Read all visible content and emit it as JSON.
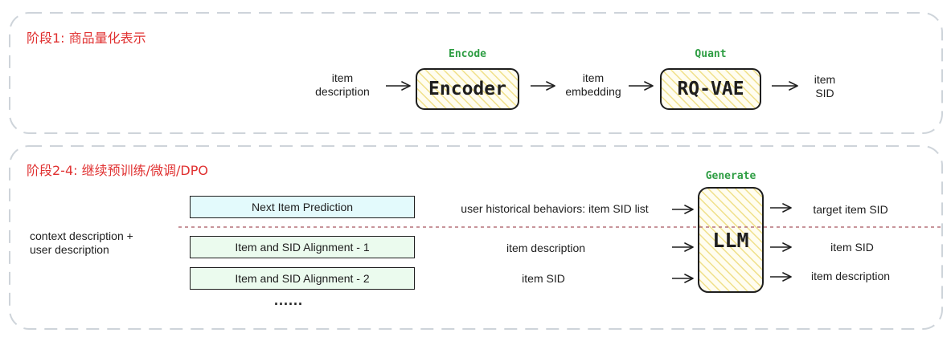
{
  "stage1": {
    "title": "阶段1: 商品量化表示",
    "flow": {
      "input": [
        "item",
        "description"
      ],
      "encoder": {
        "tag": "Encode",
        "label": "Encoder"
      },
      "middle": [
        "item",
        "embedding"
      ],
      "quantizer": {
        "tag": "Quant",
        "label": "RQ-VAE"
      },
      "output": [
        "item",
        "SID"
      ]
    }
  },
  "stage2": {
    "title": "阶段2-4: 继续预训练/微调/DPO",
    "context": [
      "context description +",
      "user description"
    ],
    "tasks": [
      {
        "label": "Next Item Prediction",
        "input": "user historical behaviors: item SID list",
        "output": "target item SID"
      },
      {
        "label": "Item and SID Alignment - 1",
        "input": "item description",
        "output": "item SID"
      },
      {
        "label": "Item and SID Alignment - 2",
        "input": "item SID",
        "output": "item description"
      }
    ],
    "more": "......",
    "model": {
      "tag": "Generate",
      "label": "LLM"
    }
  },
  "colors": {
    "stage_title": "#e03131",
    "tag": "#2f9e44",
    "box_fill": "#fff9db",
    "hatch": "#f0e08a",
    "task_blue": "#e3fafc",
    "task_green": "#ebfbee",
    "separator": "#b5727a",
    "dashed_frame": "#ced4da"
  }
}
